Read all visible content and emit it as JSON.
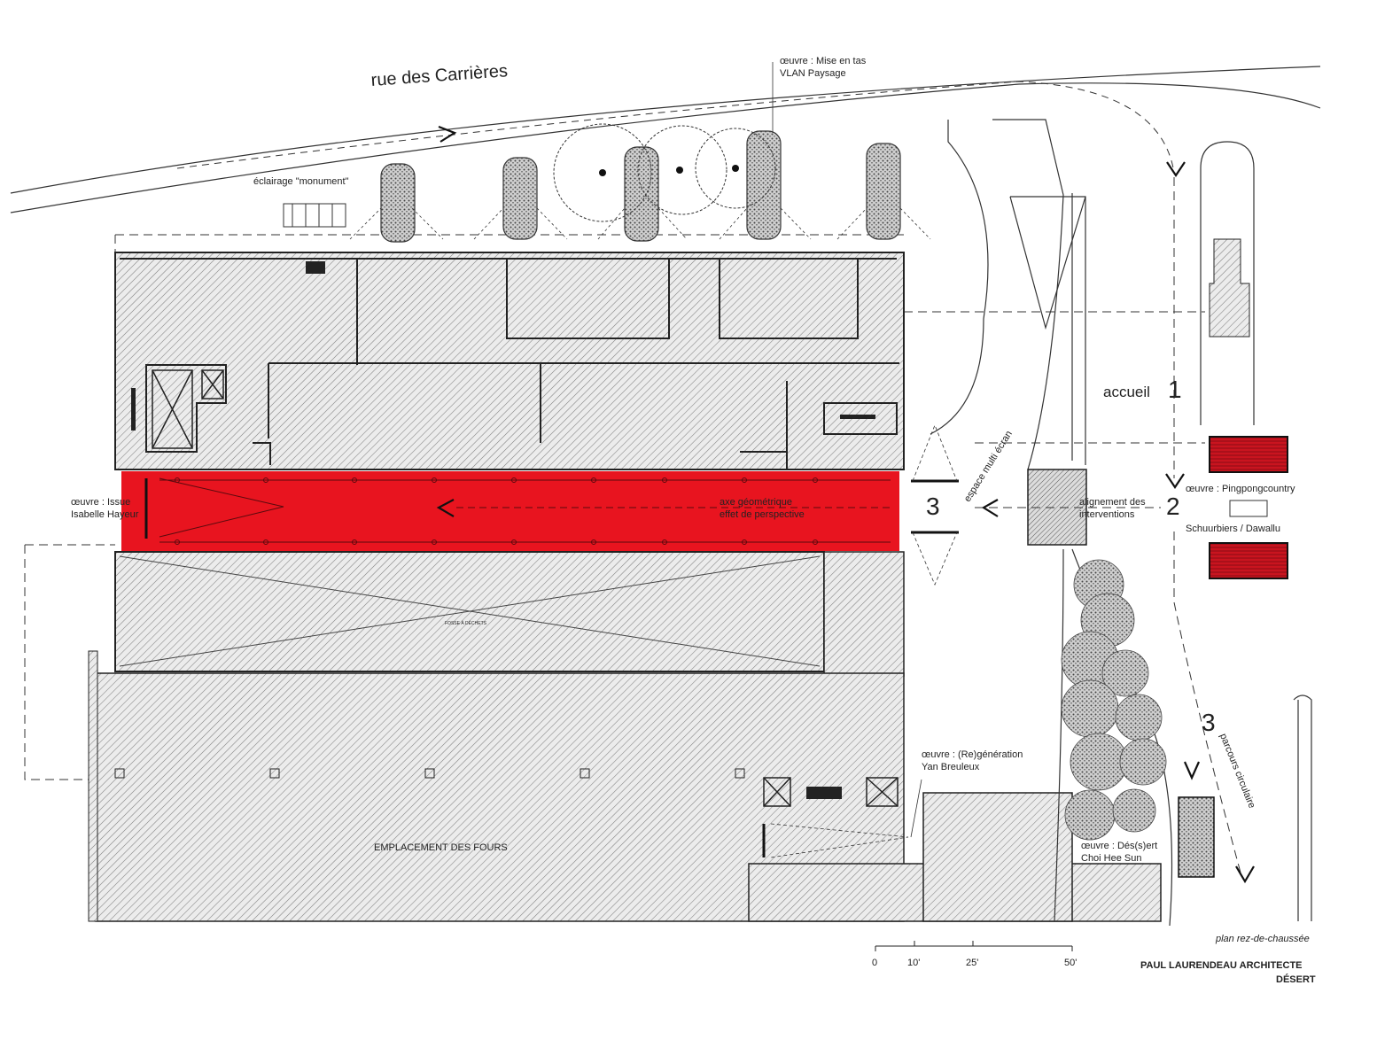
{
  "street": "rue des Carrières",
  "labels": {
    "oeuvre_mise_en_tas_1": "œuvre : Mise en tas",
    "oeuvre_mise_en_tas_2": "VLAN Paysage",
    "eclairage": "éclairage \"monument\"",
    "accueil": "accueil",
    "espace_multi": "espace multi écran",
    "alignement_1": "alignement des",
    "alignement_2": "interventions",
    "axe_1": "axe géométrique",
    "axe_2": "effet de perspective",
    "oeuvre_issue_1": "œuvre : Issue",
    "oeuvre_issue_2": "Isabelle Hayeur",
    "oeuvre_ping_1": "œuvre : Pingpongcountry",
    "oeuvre_ping_2": "Schuurbiers / Dawallu",
    "fosse": "FOSSE À DÉCHETS",
    "oeuvre_regen_1": "œuvre : (Re)génération",
    "oeuvre_regen_2": "Yan Breuleux",
    "fours": "EMPLACEMENT DES FOURS",
    "oeuvre_desert_1": "œuvre : Dés(s)ert",
    "oeuvre_desert_2": "Choi Hee Sun",
    "parcours": "parcours circulaire",
    "plan_title": "plan rez-de-chaussée",
    "architect": "PAUL LAURENDEAU ARCHITECTE",
    "project": "DÉSERT"
  },
  "markers": {
    "one": "1",
    "two": "2",
    "three_axis": "3",
    "three_parcours": "3"
  },
  "scale_bar": [
    "0",
    "10'",
    "25'",
    "50'"
  ],
  "colors": {
    "highlight": "#e8141f",
    "hatch": "#8a8a8a",
    "line": "#333333",
    "pavilion": "#b0101e"
  }
}
